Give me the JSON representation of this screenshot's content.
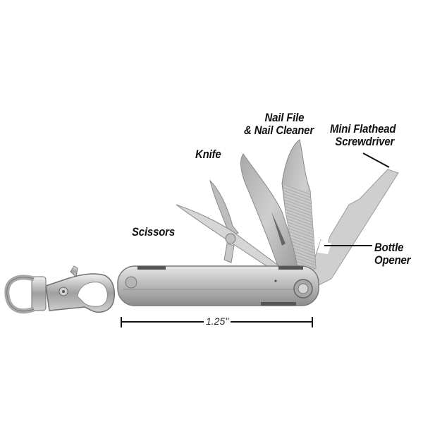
{
  "diagram": {
    "subject": "Keychain multi-tool",
    "labels": {
      "nail_file": [
        "Nail File",
        "& Nail Cleaner"
      ],
      "screwdriver": [
        "Mini Flathead",
        "Screwdriver"
      ],
      "knife": [
        "Knife"
      ],
      "scissors": [
        "Scissors"
      ],
      "bottle_opener": [
        "Bottle",
        "Opener"
      ]
    },
    "dimension": "1.25\""
  },
  "colors": {
    "background": "#ffffff",
    "text": "#111111",
    "metal_light": "#d8d8d8",
    "metal_mid": "#b0b0b0",
    "metal_dark": "#7a7a7a"
  }
}
